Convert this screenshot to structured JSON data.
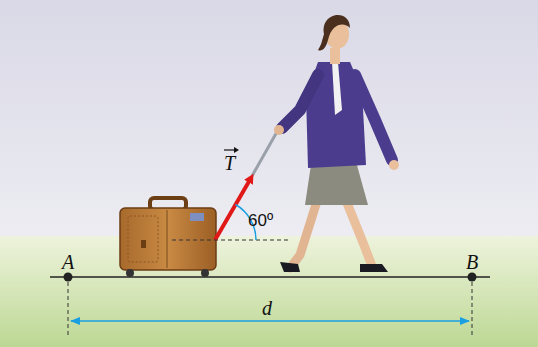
{
  "diagram": {
    "labels": [
      "T",
      "60º",
      "A",
      "B",
      "d"
    ]
  }
}
